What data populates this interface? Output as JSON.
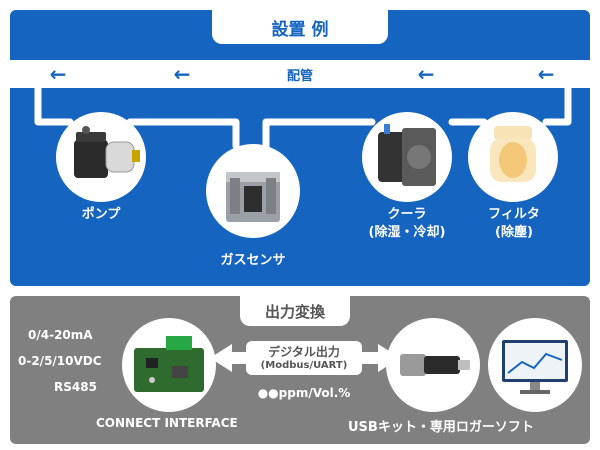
{
  "setup": {
    "title": "設置 例",
    "piping_label": "配管",
    "arrow_glyph": "←",
    "components": {
      "pump": "ポンプ",
      "gas_sensor": "ガスセンサ",
      "cooler_line1": "クーラ",
      "cooler_line2": "(除湿・冷却)",
      "filter_line1": "フィルタ",
      "filter_line2": "(除塵)"
    }
  },
  "output": {
    "title": "出力変換",
    "specs": [
      "0/4-20mA",
      "0-2/5/10VDC",
      "RS485"
    ],
    "interface_label": "CONNECT INTERFACE",
    "digital_label": "デジタル出力",
    "protocol_label": "(Modbus/UART)",
    "unit_label": "●●ppm/Vol.%",
    "usb_label": "USBキット・専用ロガーソフト"
  },
  "colors": {
    "primary_blue": "#1565c0",
    "panel_gray": "#808080",
    "white": "#ffffff"
  }
}
